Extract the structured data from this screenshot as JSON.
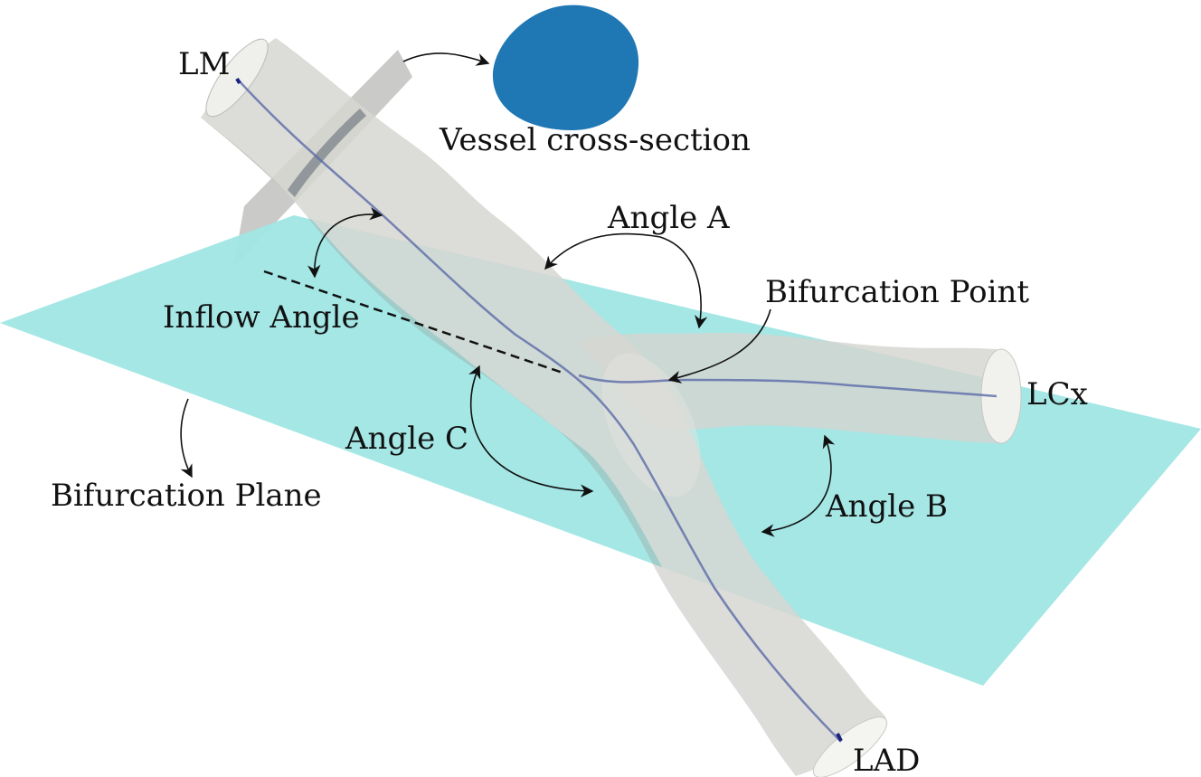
{
  "labels": {
    "lm": "LM",
    "lad": "LAD",
    "lcx": "LCx",
    "cross_section": "Vessel cross-section",
    "angle_a": "Angle A",
    "angle_b": "Angle B",
    "angle_c": "Angle C",
    "bifurcation_point": "Bifurcation Point",
    "inflow_angle": "Inflow Angle",
    "bifurcation_plane": "Bifurcation Plane"
  },
  "colors": {
    "plane": "#9fe6e4",
    "vessel": "#d8d8d4",
    "cross_section": "#1f77b4",
    "centerline": "#5a6aa8"
  }
}
